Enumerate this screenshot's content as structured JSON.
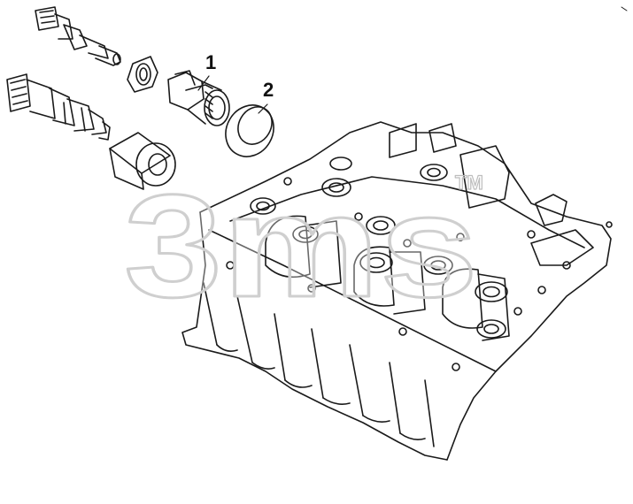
{
  "callouts": [
    {
      "label": "1"
    },
    {
      "label": "2"
    }
  ],
  "watermark": {
    "text": "3ms",
    "mark": "TM"
  },
  "colors": {
    "line": "#1a1a1a",
    "watermark": "#d9d9d9",
    "background": "#ffffff"
  }
}
